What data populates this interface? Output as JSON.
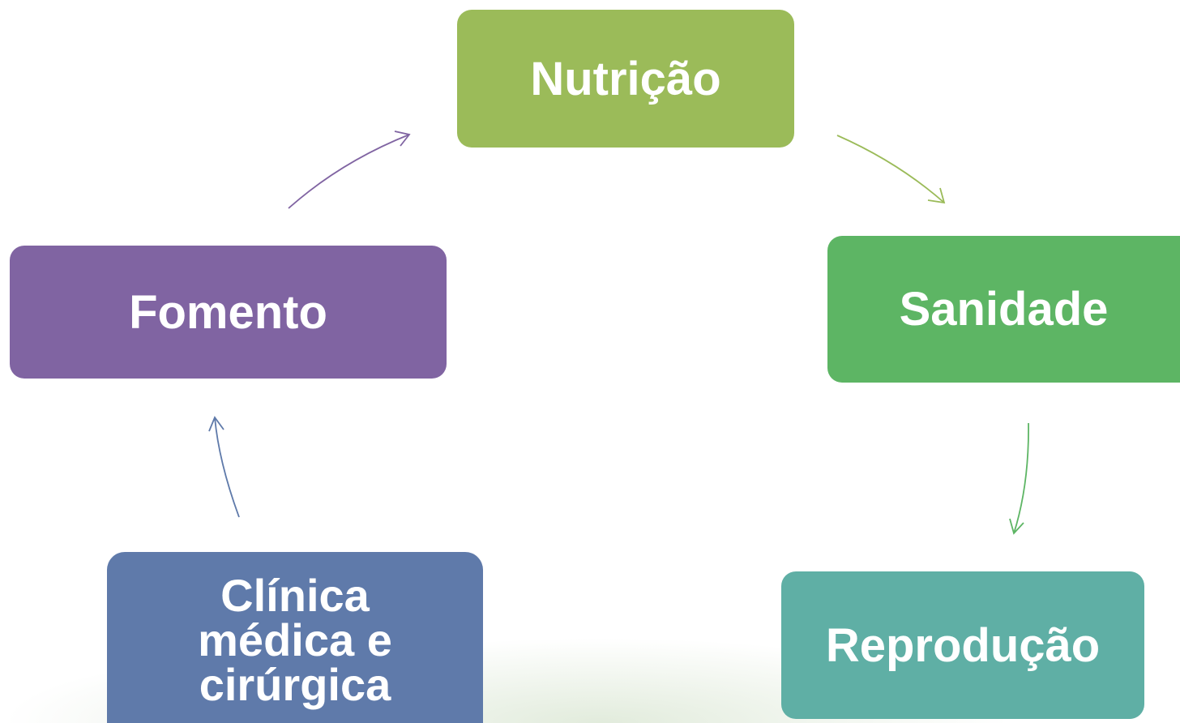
{
  "diagram": {
    "type": "cycle",
    "steps": [
      {
        "key": "nutricao",
        "label": "Nutrição",
        "color": "#9bbb59"
      },
      {
        "key": "sanidade",
        "label": "Sanidade",
        "color": "#5db564"
      },
      {
        "key": "reproducao",
        "label": "Reprodução",
        "color": "#5fafa5"
      },
      {
        "key": "clinica",
        "label": "Clínica\nmédica e\ncirúrgica",
        "color": "#5f7aaa"
      },
      {
        "key": "fomento",
        "label": "Fomento",
        "color": "#8064a2"
      }
    ],
    "flow": [
      {
        "from": "nutricao",
        "to": "sanidade",
        "color": "#9bbb59"
      },
      {
        "from": "sanidade",
        "to": "reproducao",
        "color": "#5db564"
      },
      {
        "from": "clinica",
        "to": "fomento",
        "color": "#5f7aaa"
      },
      {
        "from": "fomento",
        "to": "nutricao",
        "color": "#8064a2"
      }
    ]
  }
}
